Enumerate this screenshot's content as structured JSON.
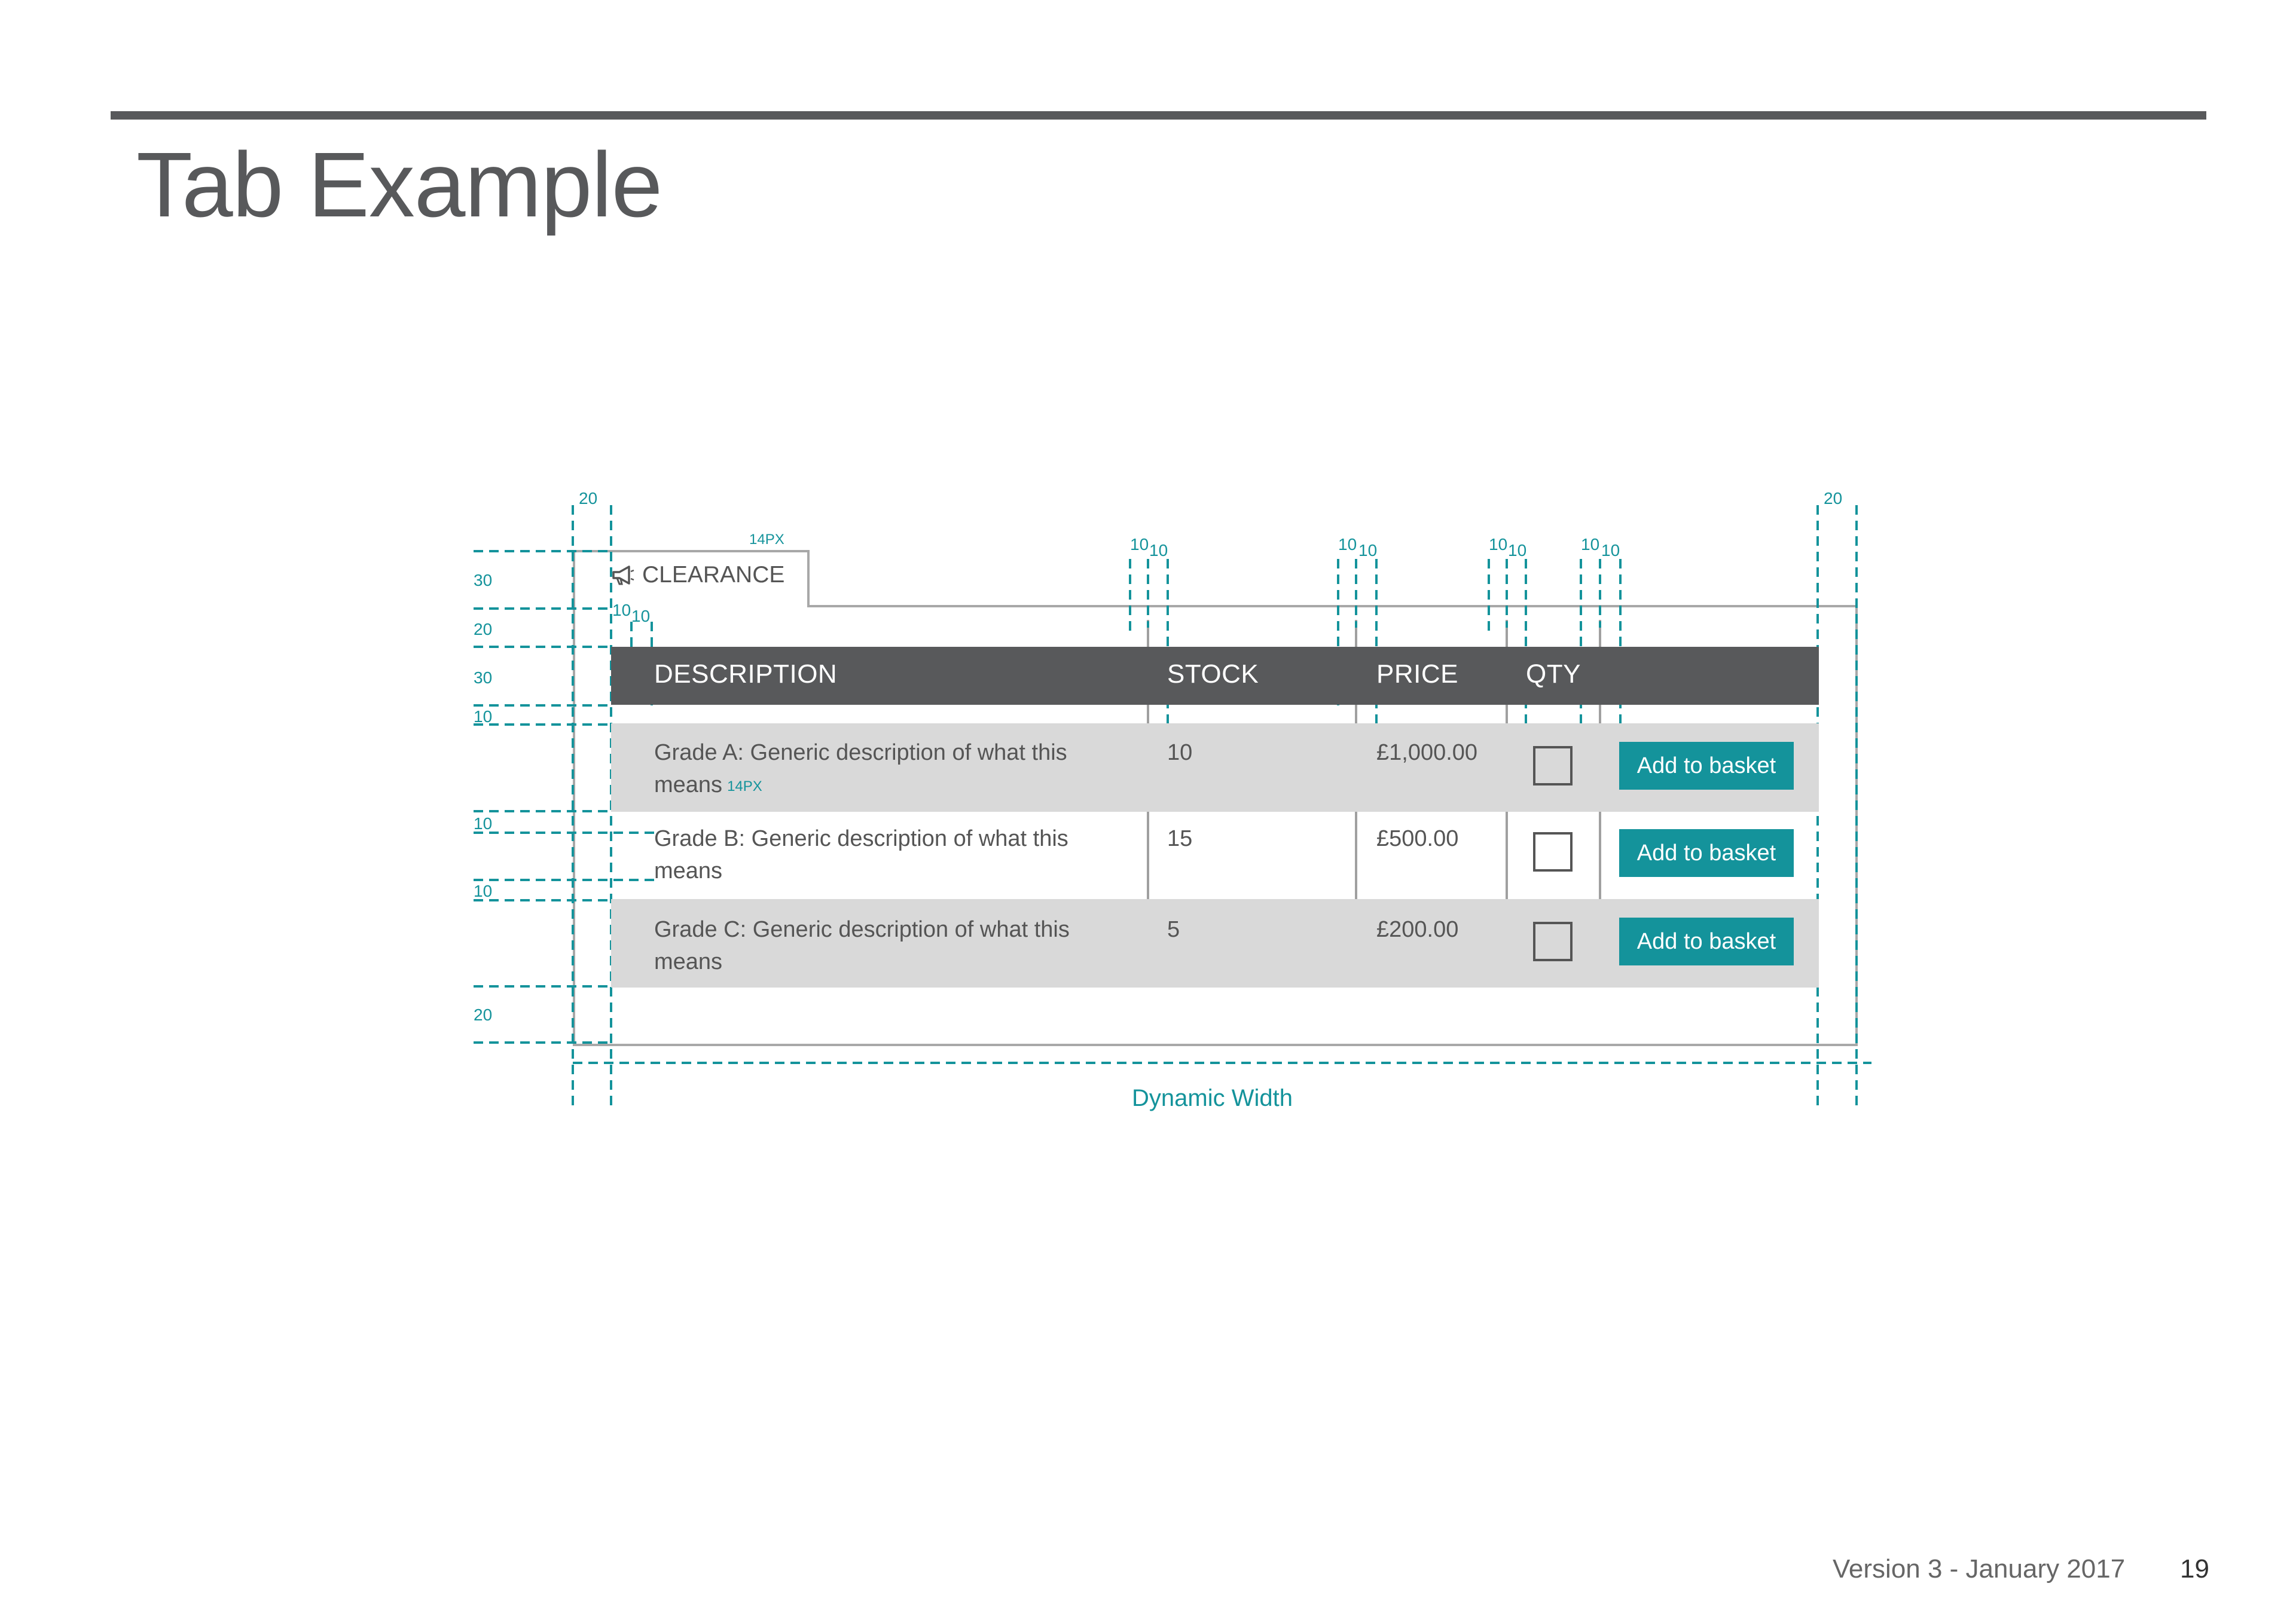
{
  "page": {
    "title": "Tab Example",
    "version": "Version 3 - January 2017",
    "page_number": "19"
  },
  "tab": {
    "label": "CLEARANCE",
    "icon": "megaphone-icon"
  },
  "table": {
    "headers": [
      "DESCRIPTION",
      "STOCK",
      "PRICE",
      "QTY"
    ],
    "rows": [
      {
        "description_line1": "Grade A: Generic description of what this",
        "description_line2": "means",
        "stock": "10",
        "price": "£1,000.00",
        "button": "Add to basket"
      },
      {
        "description_line1": "Grade B: Generic description of what this",
        "description_line2": "means",
        "stock": "15",
        "price": "£500.00",
        "button": "Add to basket"
      },
      {
        "description_line1": "Grade C: Generic description of what this",
        "description_line2": "means",
        "stock": "5",
        "price": "£200.00",
        "button": "Add to basket"
      }
    ]
  },
  "annotations": {
    "left_20_top": "20",
    "right_20_top": "20",
    "tab_text_size": "14PX",
    "row_text_size": "14PX",
    "col_gaps": [
      "10",
      "10",
      "10",
      "10",
      "10",
      "10",
      "10",
      "10"
    ],
    "inner_10a": "10",
    "inner_10b": "10",
    "v_30_tab": "30",
    "v_20_gap": "20",
    "v_30_head": "30",
    "v_10_a": "10",
    "v_10_b": "10",
    "v_10_c": "10",
    "v_20_bottom": "20",
    "dynamic_width": "Dynamic Width"
  },
  "colors": {
    "accent": "#14939b",
    "header_bg": "#58595b",
    "row_shade": "#d9d9d9",
    "rule": "#58595b"
  }
}
